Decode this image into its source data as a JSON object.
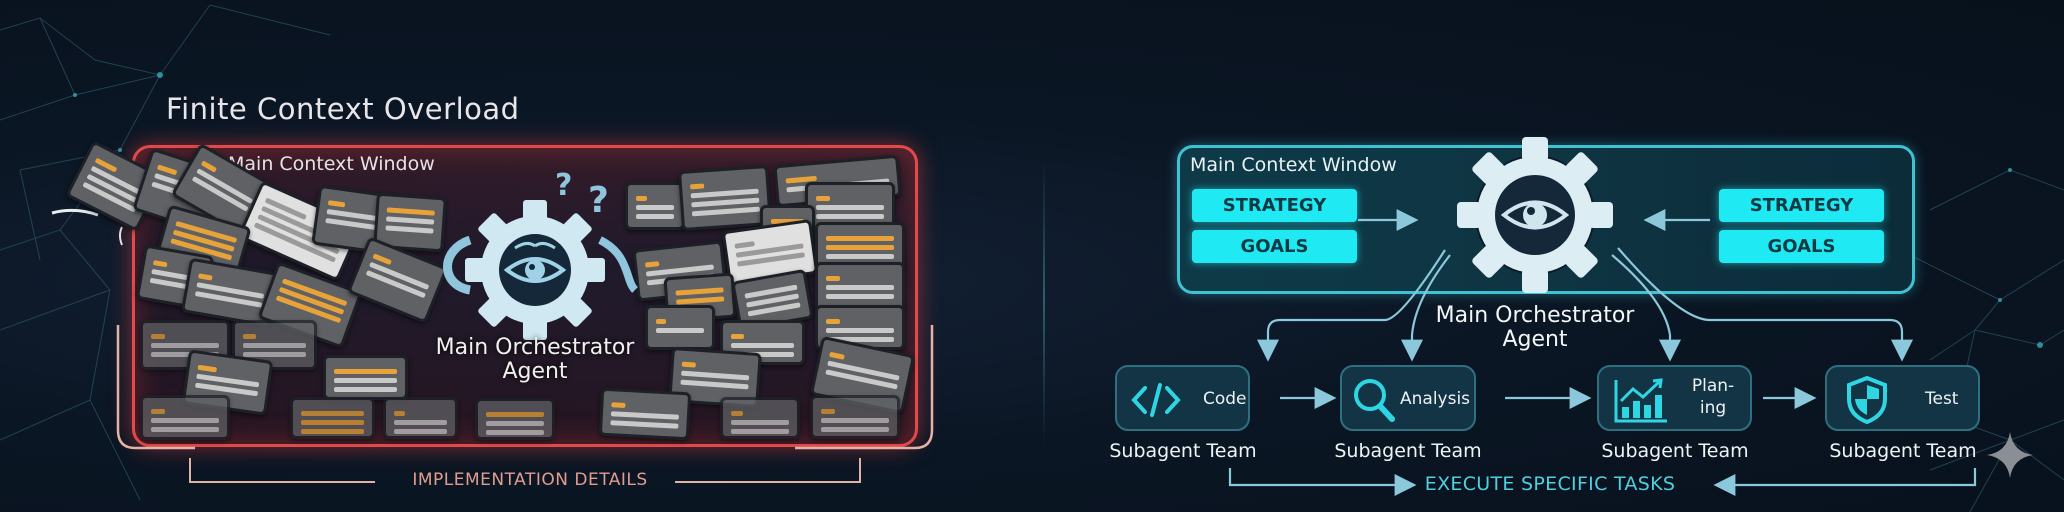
{
  "left_panel": {
    "title": "Finite Context Overload",
    "window_label": "Main Context Window",
    "agent_label_line1": "Main Orchestrator",
    "agent_label_line2": "Agent",
    "agent_state": "confused",
    "question_marks": [
      "?",
      "?"
    ],
    "bracket_label": "IMPLEMENTATION DETAILS",
    "border_color": "#e04a4a",
    "accent_color": "#e7a33a"
  },
  "right_panel": {
    "window_label": "Main Context Window",
    "left_chips": [
      "STRATEGY",
      "GOALS"
    ],
    "right_chips": [
      "STRATEGY",
      "GOALS"
    ],
    "agent_label_line1": "Main Orchestrator",
    "agent_label_line2": "Agent",
    "border_color": "#3fc2d2",
    "chip_color": "#1fe9f2",
    "subagents": [
      {
        "name": "Code",
        "icon": "code-brackets-icon",
        "caption": "Subagent Team"
      },
      {
        "name": "Analysis",
        "icon": "magnifier-icon",
        "caption": "Subagent Team"
      },
      {
        "name_line1": "Plan-",
        "name_line2": "ing",
        "icon": "bar-chart-icon",
        "caption": "Subagent Team"
      },
      {
        "name": "Test",
        "icon": "shield-icon",
        "caption": "Subagent Team"
      }
    ],
    "execute_label": "EXECUTE SPECIFIC TASKS"
  }
}
